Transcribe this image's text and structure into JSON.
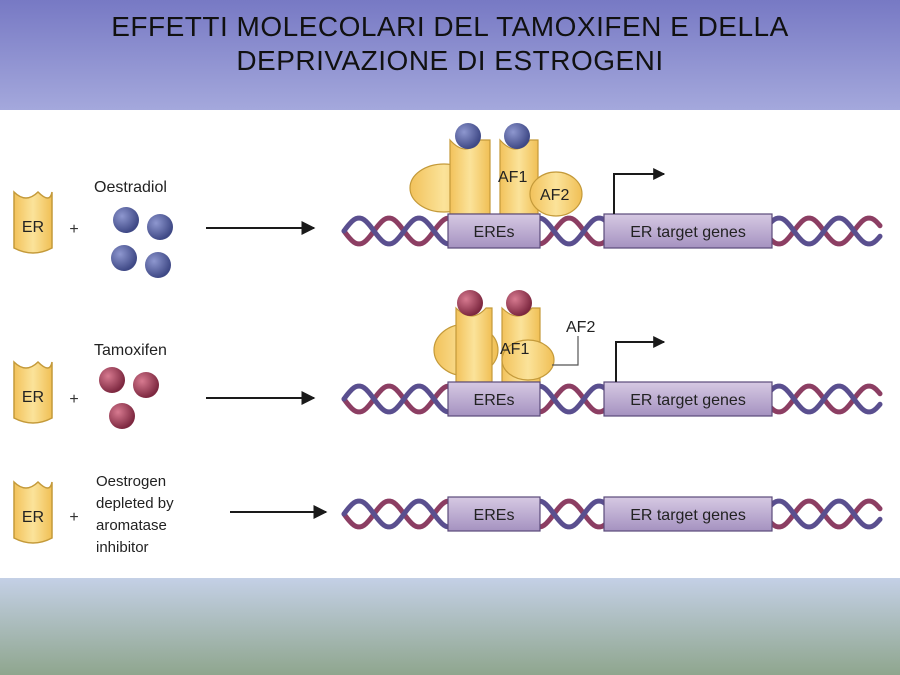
{
  "title": {
    "line1": "EFFETTI MOLECOLARI DEL TAMOXIFEN E DELLA",
    "line2": "DEPRIVAZIONE DI ESTROGENI"
  },
  "colors": {
    "receptor": "#f6cf6e",
    "receptor_stroke": "#c49a3a",
    "oestradiol": "#4e5996",
    "tamoxifen": "#9b3a55",
    "dna_strand_a": "#8c3e63",
    "dna_strand_b": "#5a4f8f",
    "gene_box": "#b8a6cf",
    "header": "#8a8dd0",
    "footer": "#a9b8b5"
  },
  "rows": [
    {
      "receptor_label": "ER",
      "plus": "+",
      "ligand_label": [
        "Oestradiol"
      ],
      "ligand": "oestradiol",
      "ere_label": "EREs",
      "gene_label": "ER target genes",
      "af1_label": "AF1",
      "af2_label": "AF2",
      "transcription_arrow": true
    },
    {
      "receptor_label": "ER",
      "plus": "+",
      "ligand_label": [
        "Tamoxifen"
      ],
      "ligand": "tamoxifen",
      "ere_label": "EREs",
      "gene_label": "ER target genes",
      "af1_label": "AF1",
      "af2_label": "AF2",
      "transcription_arrow": true
    },
    {
      "receptor_label": "ER",
      "plus": "+",
      "ligand_label": [
        "Oestrogen",
        "depleted by",
        "aromatase",
        "inhibitor"
      ],
      "ligand": "none",
      "ere_label": "EREs",
      "gene_label": "ER target genes",
      "transcription_arrow": false
    }
  ]
}
